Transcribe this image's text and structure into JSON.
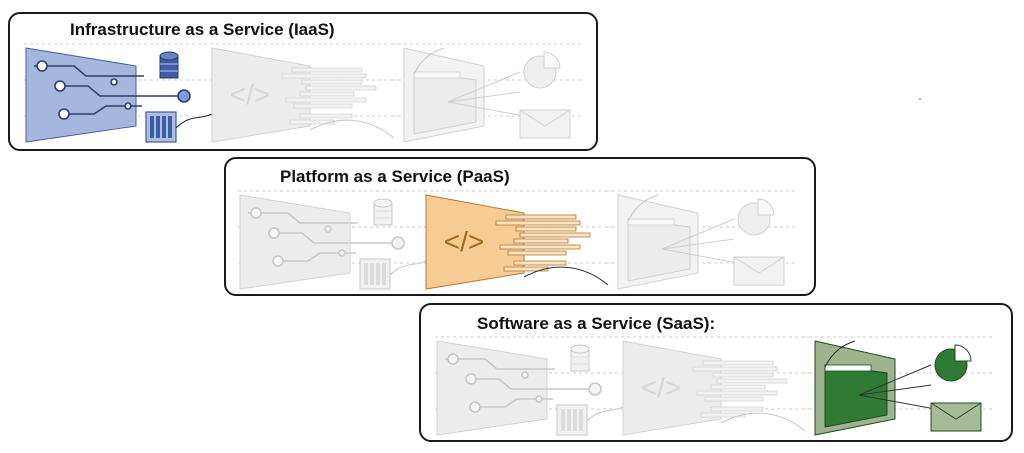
{
  "panels": [
    {
      "title": "Infrastructure as a Service (IaaS)",
      "highlight": "infrastructure"
    },
    {
      "title": "Platform as a Service (PaaS)",
      "highlight": "platform"
    },
    {
      "title": "Software as a Service (SaaS):",
      "highlight": "software"
    }
  ],
  "code_glyph": "</>",
  "colors": {
    "infrastructure_fill": "#a6b7de",
    "infrastructure_stroke": "#4a5f9a",
    "platform_fill": "#f9cb94",
    "platform_stroke": "#b07a33",
    "software_fill": "#2f7b34",
    "software_light": "#9fb38f",
    "faded_fill": "#ececec",
    "faded_stroke": "#d2d2d2",
    "border": "#1a1a1a"
  }
}
